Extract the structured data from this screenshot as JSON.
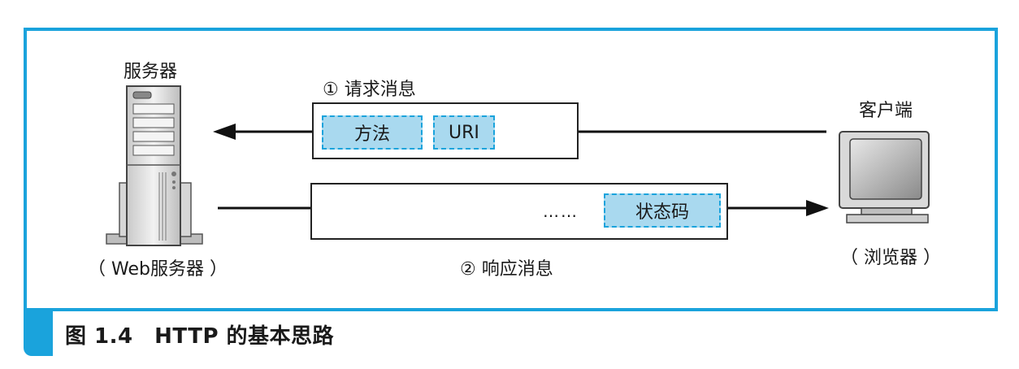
{
  "server": {
    "title": "服务器",
    "subtitle": "（ Web服务器 ）"
  },
  "client": {
    "title": "客户端",
    "subtitle": "（ 浏览器 ）"
  },
  "request": {
    "label": "① 请求消息",
    "fields": [
      "方法",
      "URI"
    ]
  },
  "response": {
    "label": "② 响应消息",
    "ellipsis": "……",
    "field": "状态码"
  },
  "caption": "图 1.4　HTTP 的基本思路",
  "colors": {
    "accent": "#1aa3dc",
    "field_fill": "#a9d9ef"
  }
}
